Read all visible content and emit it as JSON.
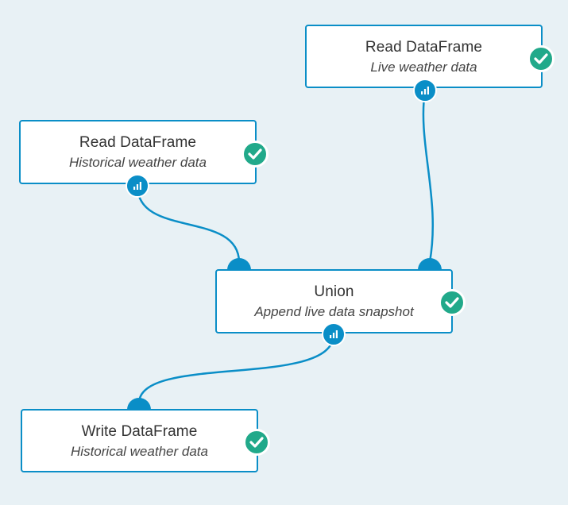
{
  "nodes": {
    "read_live": {
      "title": "Read DataFrame",
      "subtitle": "Live weather data"
    },
    "read_historical": {
      "title": "Read DataFrame",
      "subtitle": "Historical weather data"
    },
    "union": {
      "title": "Union",
      "subtitle": "Append live data snapshot"
    },
    "write_historical": {
      "title": "Write DataFrame",
      "subtitle": "Historical weather data"
    }
  },
  "icons": {
    "status": "check-circle-icon",
    "output_port": "bar-chart-icon",
    "input_port": "input-port-icon"
  },
  "colors": {
    "background": "#e8f1f5",
    "accent": "#0a8ec7",
    "success": "#21a98a",
    "node_fill": "#ffffff",
    "text": "#333333"
  }
}
